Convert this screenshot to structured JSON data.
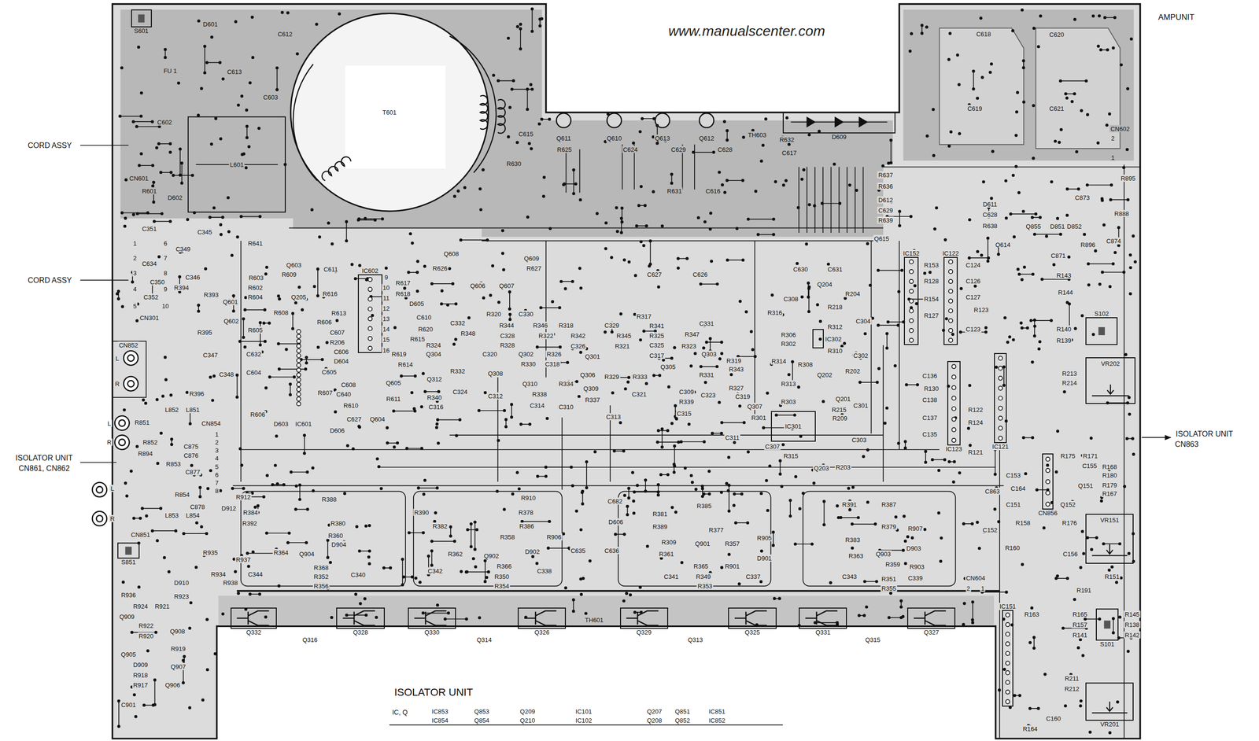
{
  "diagram": {
    "nodes": [
      {
        "text": [
          "S601"
        ]
      },
      {
        "text": [
          "L601"
        ]
      },
      {
        "text": [
          "T601"
        ]
      },
      {
        "text": [
          "D609"
        ]
      },
      {
        "text": [
          "IC602"
        ]
      },
      {
        "text": [
          "IC152"
        ]
      },
      {
        "text": [
          "IC122"
        ]
      },
      {
        "text": [
          "IC123"
        ]
      },
      {
        "text": [
          "IC121"
        ]
      },
      {
        "text": [
          "IC302"
        ]
      },
      {
        "text": [
          "IC301"
        ]
      },
      {
        "text": [
          "CN856"
        ]
      },
      {
        "text": [
          "IC151"
        ]
      },
      {
        "text": [
          "S102"
        ]
      },
      {
        "text": [
          "VR202"
        ]
      },
      {
        "text": [
          "VR151"
        ]
      },
      {
        "text": [
          "S101"
        ]
      },
      {
        "text": [
          "VR201"
        ]
      },
      {
        "text": [
          "S851"
        ]
      },
      {
        "text": [
          "Q332"
        ]
      },
      {
        "text": [
          "Q328"
        ]
      },
      {
        "text": [
          "Q330"
        ]
      },
      {
        "text": [
          "Q326"
        ]
      },
      {
        "text": [
          "Q329"
        ]
      },
      {
        "text": [
          "Q325"
        ]
      },
      {
        "text": [
          "Q331"
        ]
      },
      {
        "text": [
          "Q327"
        ]
      }
    ],
    "labels": [
      "www.manualscenter.com",
      "AMPUNIT",
      "CORD ASSY",
      "CORD ASSY",
      "ISOLATOR UNIT",
      "CN861, CN862",
      "ISOLATOR UNIT",
      "CN863",
      "ISOLATOR UNIT",
      "IC, Q",
      "IC853",
      "IC854",
      "Q853",
      "Q854",
      "Q209",
      "Q210",
      "IC101",
      "IC102",
      "Q207",
      "Q208",
      "Q851",
      "Q852",
      "IC851",
      "IC852",
      "D601",
      "C612",
      "FU 1",
      "C613",
      "C603",
      "C602",
      "CN601",
      "R601",
      "D602",
      "C615",
      "Q611",
      "Q610",
      "Q613",
      "Q612",
      "TH603",
      "R632",
      "C617",
      "R625",
      "R630",
      "C624",
      "C629",
      "C628",
      "R631",
      "C616",
      "C618",
      "C620",
      "C619",
      "C621",
      "CN602",
      "2",
      "1",
      "R637",
      "R636",
      "D612",
      "C629",
      "R639",
      "D611",
      "C628",
      "R638",
      "Q855",
      "D851",
      "D852",
      "R896",
      "C874",
      "C873",
      "R895",
      "R888",
      "Q614",
      "Q615",
      "C871",
      "C351",
      "C345",
      "C349",
      "C634",
      "C346",
      "C350",
      "C352",
      "R394",
      "R393",
      "CN301",
      "1",
      "2",
      "3",
      "4",
      "5",
      "6",
      "7",
      "8",
      "9",
      "10",
      "R641",
      "R603",
      "R602",
      "R604",
      "R605",
      "R616",
      "R608",
      "Q603",
      "Q601",
      "Q602",
      "Q205",
      "C611",
      "R609",
      "R613",
      "R606",
      "C607",
      "R206",
      "C606",
      "D604",
      "C605",
      "R607",
      "C640",
      "C608",
      "R610",
      "C627",
      "Q604",
      "D606",
      "D603",
      "IC601",
      "R606",
      "C604",
      "C632",
      "R395",
      "C347",
      "C348",
      "R396",
      "CN852",
      "L",
      "R",
      "R851",
      "L",
      "R",
      "L852",
      "L851",
      "CN854",
      "1",
      "2",
      "3",
      "4",
      "5",
      "6",
      "7",
      "8",
      "R852",
      "C875",
      "C876",
      "R894",
      "R853",
      "C877",
      "R854",
      "L853",
      "L854",
      "C878",
      "L",
      "R",
      "CN851",
      "D912",
      "R912",
      "9",
      "10",
      "11",
      "12",
      "13",
      "14",
      "15",
      "16",
      "R617",
      "R618",
      "D605",
      "C610",
      "R620",
      "R615",
      "R619",
      "R614",
      "Q605",
      "R611",
      "Q608",
      "Q609",
      "R626",
      "Q606",
      "Q607",
      "R627",
      "C627",
      "C626",
      "C332",
      "R348",
      "R324",
      "Q304",
      "R332",
      "Q312",
      "C324",
      "R340",
      "C316",
      "C330",
      "R320",
      "R344",
      "C328",
      "R328",
      "C320",
      "Q302",
      "R330",
      "Q308",
      "Q310",
      "C312",
      "R338",
      "C314",
      "R346",
      "R322",
      "R318",
      "R342",
      "C326",
      "R326",
      "C318",
      "Q306",
      "R334",
      "C310",
      "Q301",
      "C329",
      "R345",
      "R321",
      "R329",
      "Q309",
      "C321",
      "R337",
      "C313",
      "R317",
      "R341",
      "R325",
      "C325",
      "C317",
      "Q305",
      "R333",
      "C309",
      "R347",
      "C331",
      "R323",
      "Q303",
      "R319",
      "R343",
      "R327",
      "C319",
      "R331",
      "R339",
      "C323",
      "C315",
      "Q307",
      "C311",
      "C630",
      "C631",
      "Q204",
      "R218",
      "R204",
      "R316",
      "C308",
      "R306",
      "R302",
      "R312",
      "R310",
      "R314",
      "R308",
      "R313",
      "R303",
      "R301",
      "C307",
      "R315",
      "Q202",
      "Q201",
      "Q203",
      "R202",
      "R215",
      "R209",
      "C304",
      "C302",
      "C301",
      "C303",
      "R203",
      "R153",
      "R128",
      "R154",
      "R127",
      "C124",
      "C126",
      "C127",
      "R123",
      "C123",
      "R143",
      "R144",
      "R140",
      "R139",
      "R213",
      "R214",
      "C136",
      "R130",
      "C138",
      "C137",
      "C135",
      "R122",
      "R124",
      "R121",
      "R175",
      "R171",
      "C155",
      "R168",
      "R180",
      "R179",
      "R167",
      "Q151",
      "Q152",
      "C153",
      "C164",
      "C151",
      "C863",
      "C152",
      "R160",
      "R158",
      "R176",
      "C156",
      "R151",
      "R191",
      "R163",
      "R165",
      "R157",
      "R141",
      "R145",
      "R138",
      "R142",
      "R211",
      "R212",
      "R164",
      "C160",
      "CN604",
      "2",
      "1",
      "R384",
      "R392",
      "R388",
      "R380",
      "R360",
      "D904",
      "Q904",
      "R364",
      "R368",
      "R352",
      "R356",
      "C344",
      "C340",
      "R937",
      "R934",
      "R938",
      "R935",
      "R390",
      "R382",
      "R910",
      "R378",
      "R386",
      "R362",
      "R358",
      "R906",
      "Q902",
      "D902",
      "R366",
      "R350",
      "R354",
      "C342",
      "C338",
      "C635",
      "C636",
      "C682",
      "D606",
      "R381",
      "R389",
      "R309",
      "R361",
      "R385",
      "R377",
      "R905",
      "Q901",
      "R357",
      "R901",
      "D901",
      "R365",
      "R349",
      "R353",
      "C341",
      "C337",
      "R391",
      "R387",
      "R379",
      "R907",
      "R383",
      "R363",
      "Q903",
      "D903",
      "R359",
      "R351",
      "R355",
      "C343",
      "C339",
      "R903",
      "Q316",
      "Q314",
      "TH601",
      "Q313",
      "Q315",
      "R936",
      "R924",
      "R921",
      "R923",
      "D910",
      "Q909",
      "R922",
      "Q908",
      "R920",
      "R919",
      "Q905",
      "D909",
      "Q907",
      "R918",
      "R917",
      "Q906",
      "C901"
    ]
  }
}
